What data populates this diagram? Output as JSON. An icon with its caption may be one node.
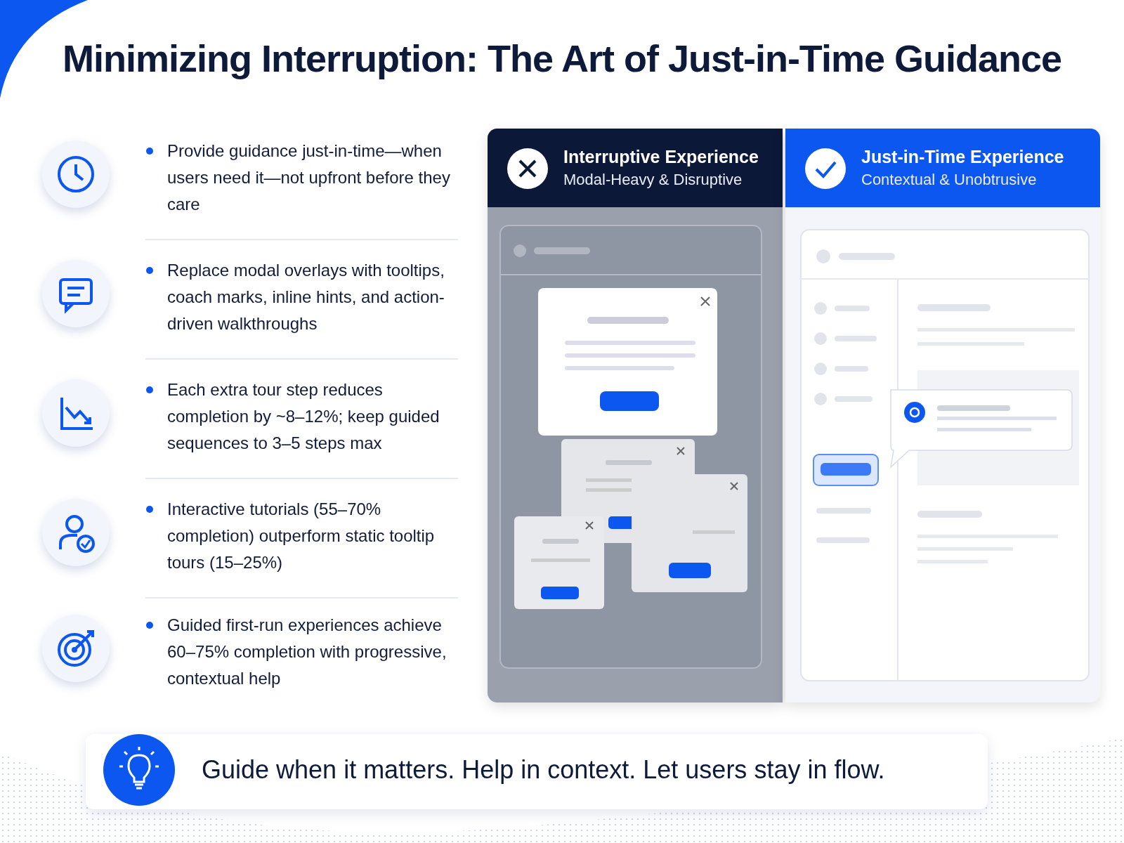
{
  "diagram": {
    "title": "Minimizing Interruption: The Art of Just-in-Time Guidance",
    "nodes": [
      {
        "text": [
          "Interruptive Experience",
          "Modal-Heavy & Disruptive"
        ]
      },
      {
        "text": [
          "Just-in-Time Experience",
          "Contextual & Unobtrusive"
        ]
      },
      {
        "text": [
          "Guide when it matters. Help in context. Let users stay in flow."
        ]
      }
    ],
    "labels": [
      "Provide guidance just-in-time—when users need it—not upfront before they care",
      "Replace modal overlays with tooltips, coach marks, inline hints, and action-driven walkthroughs",
      "Each extra tour step reduces completion by ~8–12%; keep guided sequences to 3–5 steps max",
      "Interactive tutorials (55–70% completion) outperform static tooltip tours (15–25%)",
      "Guided first-run experiences achieve 60–75% completion with progressive, contextual help"
    ]
  }
}
